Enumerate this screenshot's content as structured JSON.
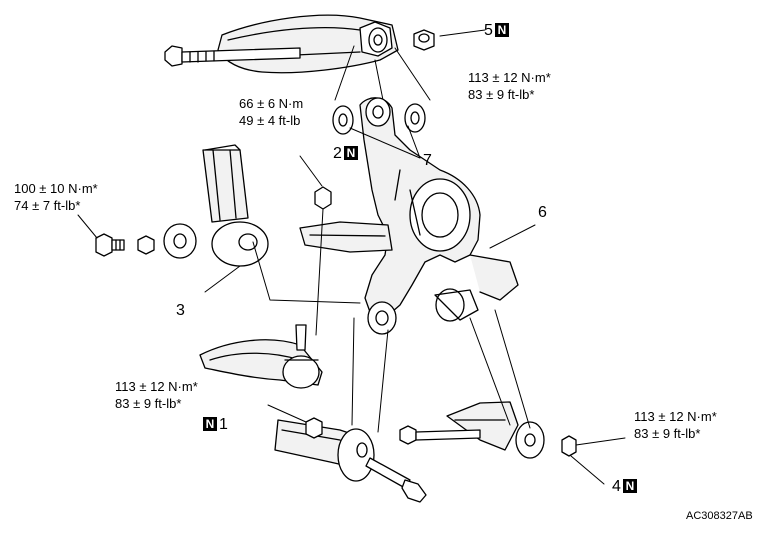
{
  "labels": {
    "upper_arm_torque": {
      "line1": "113 ± 12 N·m*",
      "line2": "83 ± 9 ft-lb*"
    },
    "joint_torque": {
      "line1": "66 ± 6 N·m",
      "line2": "49 ± 4 ft-lb"
    },
    "shock_torque": {
      "line1": "100 ± 10 N·m*",
      "line2": "74 ± 7 ft-lb*"
    },
    "lower_left_torque": {
      "line1": "113 ± 12 N·m*",
      "line2": "83 ± 9 ft-lb*"
    },
    "lower_right_torque": {
      "line1": "113 ± 12 N·m*",
      "line2": "83 ± 9 ft-lb*"
    }
  },
  "callouts": {
    "c1": "1",
    "c2": "2",
    "c3": "3",
    "c4": "4",
    "c5": "5",
    "c6": "6",
    "c7": "7"
  },
  "new_part_marker": "N",
  "figure_code": "AC308327AB"
}
